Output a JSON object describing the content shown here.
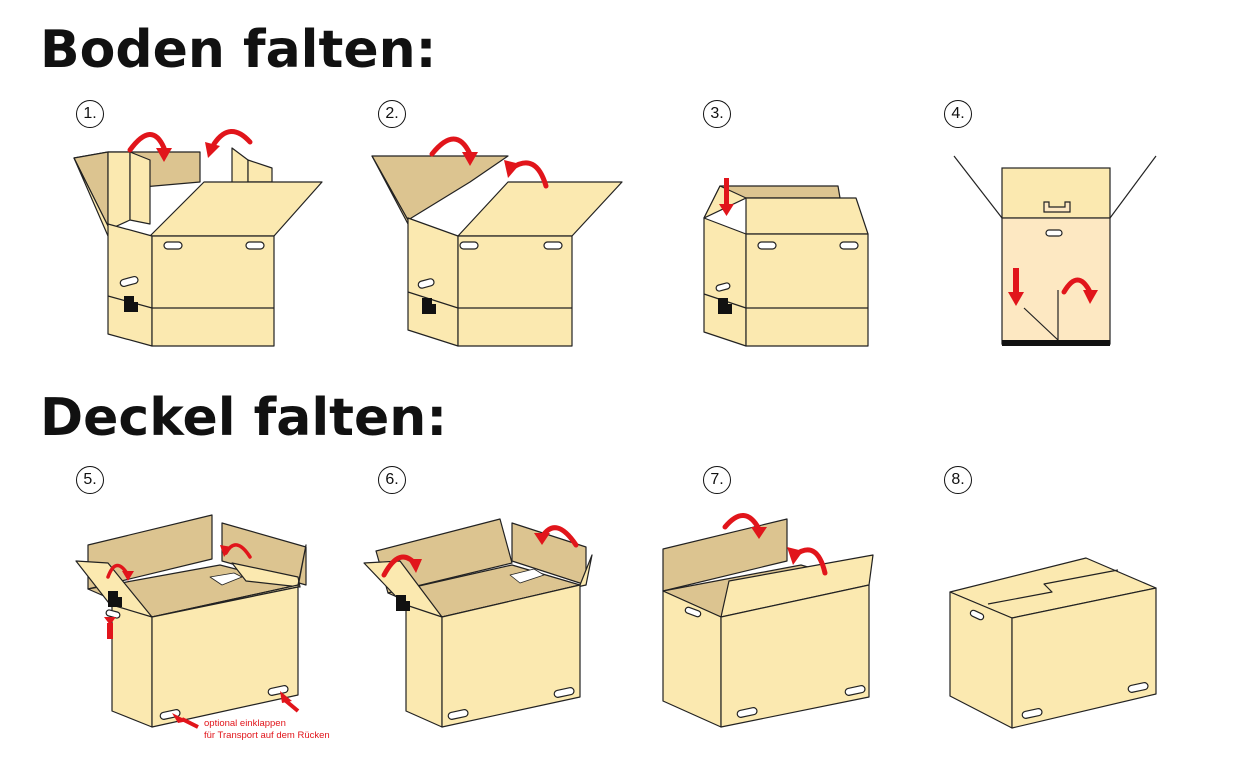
{
  "headings": {
    "bottom": "Boden falten:",
    "lid": "Deckel falten:"
  },
  "steps": [
    "1.",
    "2.",
    "3.",
    "4.",
    "5.",
    "6.",
    "7.",
    "8."
  ],
  "annotation": {
    "line1": "optional einklappen",
    "line2": "für Transport auf dem Rücken"
  },
  "colors": {
    "cardboard": "#fbe9b0",
    "cardboard_dark": "#dcc490",
    "outline": "#222222",
    "arrow": "#e1151b"
  }
}
